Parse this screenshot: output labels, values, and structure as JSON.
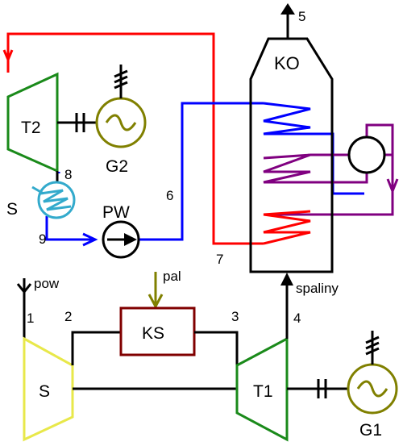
{
  "labels": {
    "ko": "KO",
    "t2": "T2",
    "g2": "G2",
    "s_condenser": "S",
    "pw": "PW",
    "ks": "KS",
    "s_compressor": "S",
    "t1": "T1",
    "g1": "G1",
    "pow": "pow",
    "pal": "pal",
    "spaliny": "spaliny"
  },
  "points": {
    "p1": "1",
    "p2": "2",
    "p3": "3",
    "p4": "4",
    "p5": "5",
    "p6": "6",
    "p7": "7",
    "p8": "8",
    "p9": "9"
  },
  "colors": {
    "steam_hot": "#ff0000",
    "water_feed": "#0000ff",
    "evaporator": "#800080",
    "turbine": "#1a8a1a",
    "generator": "#808000",
    "compressor": "#e8e84a",
    "combustor": "#800000",
    "condenser": "#33aacc"
  }
}
